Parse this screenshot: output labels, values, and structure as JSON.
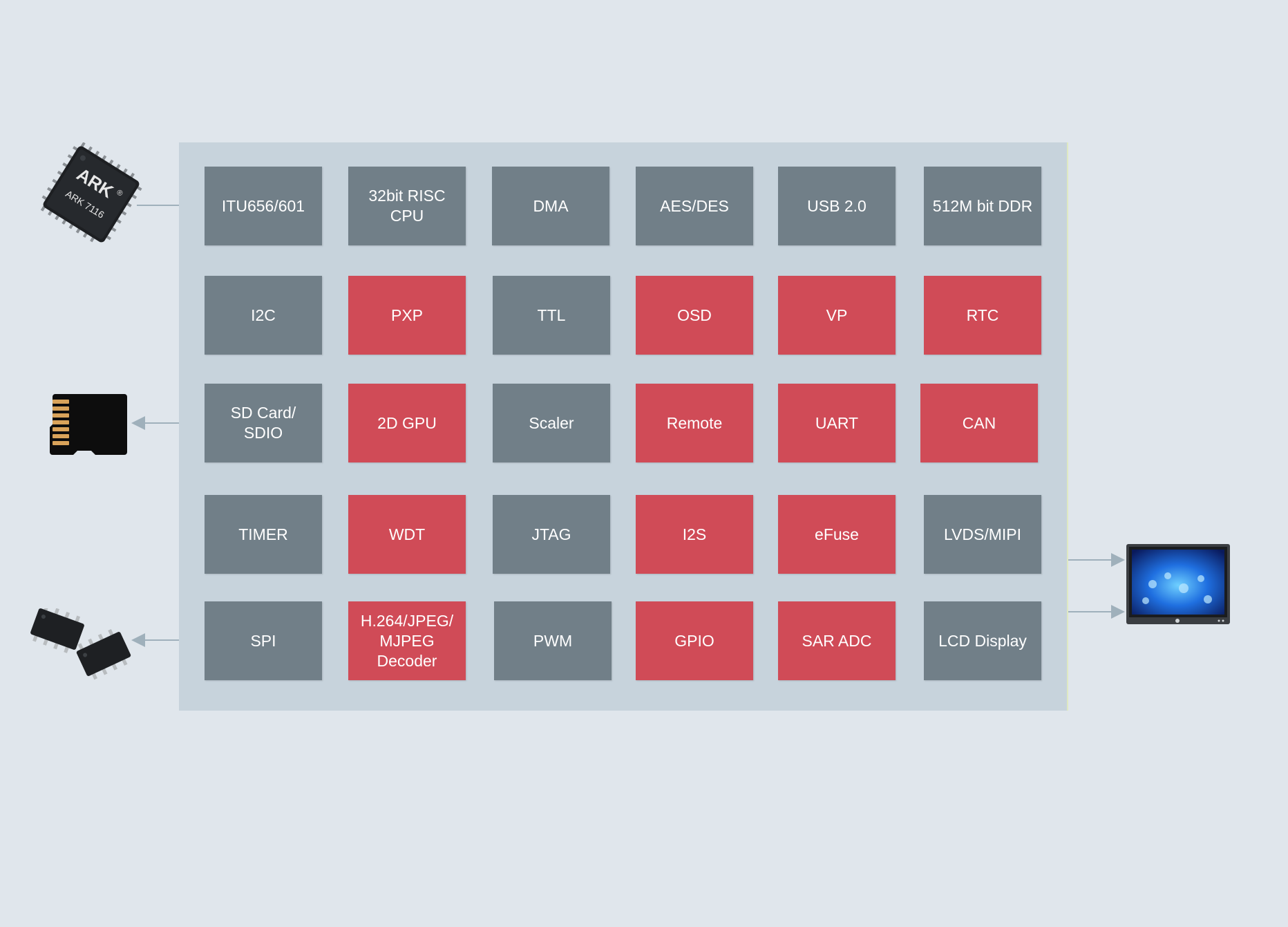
{
  "colors": {
    "background": "#e0e6ec",
    "panel": "#c7d3dc",
    "gray_block": "#717f88",
    "red_block": "#d04b57",
    "arrow": "#9fb0bb"
  },
  "chip": {
    "brand": "ARK",
    "model": "ARK 7116",
    "mark": "®"
  },
  "blocks": {
    "r1": [
      "ITU656/601",
      "32bit RISC\nCPU",
      "DMA",
      "AES/DES",
      "USB 2.0",
      "512M bit DDR"
    ],
    "r2": [
      "I2C",
      "PXP",
      "TTL",
      "OSD",
      "VP",
      "RTC"
    ],
    "r3": [
      "SD Card/\nSDIO",
      "2D GPU",
      "Scaler",
      "Remote",
      "UART",
      "CAN"
    ],
    "r4": [
      "TIMER",
      "WDT",
      "JTAG",
      "I2S",
      "eFuse",
      "LVDS/MIPI"
    ],
    "r5": [
      "SPI",
      "H.264/JPEG/\nMJPEG\nDecoder",
      "PWM",
      "GPIO",
      "SAR ADC",
      "LCD Display"
    ]
  }
}
